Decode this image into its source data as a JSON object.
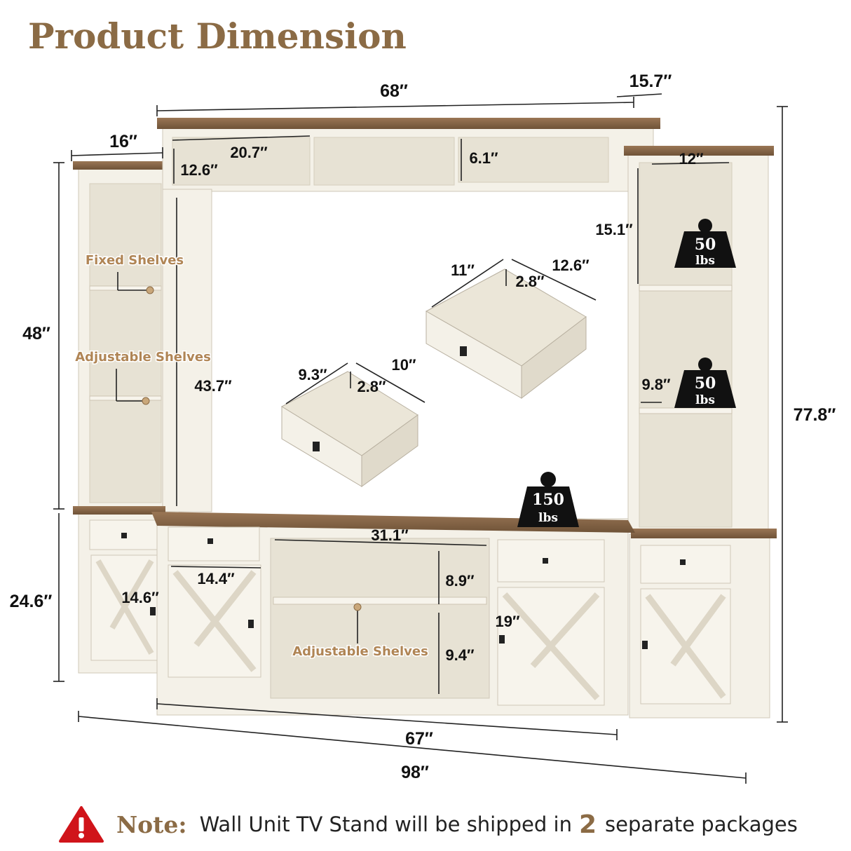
{
  "title": "Product Dimension",
  "dimensions": {
    "bridge_width": "68″",
    "bridge_depth": "15.7″",
    "tower_depth": "16″",
    "bridge_cubby_width": "20.7″",
    "bridge_cubby_depth": "12.6″",
    "bridge_cubby_height": "6.1″",
    "tower_shelf_width": "12″",
    "tower_shelf_height": "15.1″",
    "tower_height": "48″",
    "tv_opening_height": "43.7″",
    "overall_height": "77.8″",
    "tower_shelf_depth": "9.8″",
    "large_drawer_w": "11″",
    "large_drawer_d": "12.6″",
    "large_drawer_h": "2.8″",
    "small_drawer_w": "9.3″",
    "small_drawer_d": "10″",
    "small_drawer_h": "2.8″",
    "console_opening_width": "31.1″",
    "upper_opening_height": "8.9″",
    "lower_opening_height": "9.4″",
    "cabinet_door_width": "14.4″",
    "side_cabinet_height": "14.6″",
    "console_cabinet_height": "19″",
    "base_height": "24.6″",
    "console_width": "67″",
    "overall_width": "98″"
  },
  "labels": {
    "fixed_shelves": "Fixed Shelves",
    "adjustable_shelves_left": "Adjustable Shelves",
    "adjustable_shelves_center": "Adjustable Shelves"
  },
  "weights": {
    "tower_upper": "50",
    "tower_lower": "50",
    "console": "150",
    "unit": "lbs"
  },
  "note": {
    "label": "Note:",
    "text_before": "Wall Unit TV Stand will be shipped in",
    "count": "2",
    "text_after": "separate packages"
  },
  "colors": {
    "title": "#8b6b45",
    "wood_top": "#8a6848",
    "cabinet_white": "#f4f1e8",
    "warning_red": "#d0141a"
  },
  "icons": [
    "warning-icon",
    "weight-icon"
  ]
}
